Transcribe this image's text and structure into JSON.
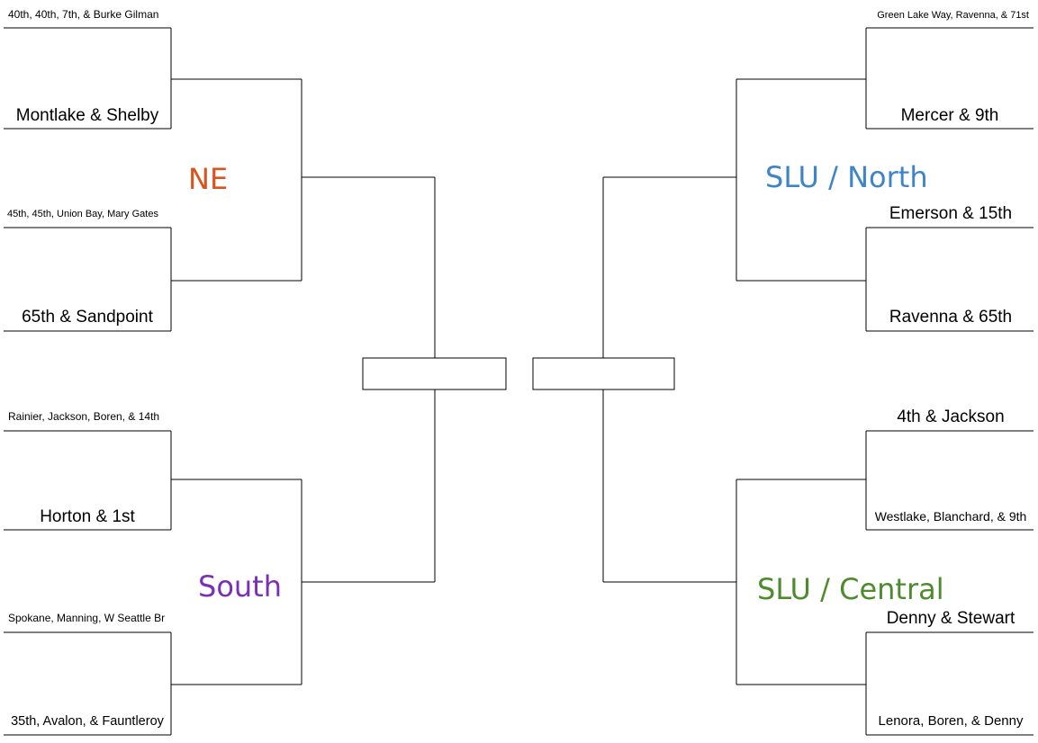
{
  "regions": {
    "ne": {
      "label": "NE",
      "color": "#d9541e"
    },
    "south": {
      "label": "South",
      "color": "#7b2fb5"
    },
    "slu_north": {
      "label": "SLU / North",
      "color": "#3d85c6"
    },
    "slu_central": {
      "label": "SLU / Central",
      "color": "#4e8b2e"
    }
  },
  "left": {
    "ne_game1": {
      "top": "40th, 40th, 7th, & Burke Gilman",
      "bottom": "Montlake & Shelby"
    },
    "ne_game2": {
      "top": "45th, 45th, Union Bay, Mary Gates",
      "bottom": "65th & Sandpoint"
    },
    "south_game1": {
      "top": "Rainier, Jackson, Boren, & 14th",
      "bottom": "Horton & 1st"
    },
    "south_game2": {
      "top": "Spokane, Manning, W Seattle Br",
      "bottom": "35th, Avalon, & Fauntleroy"
    }
  },
  "right": {
    "north_game1": {
      "top": "Green Lake Way, Ravenna, & 71st",
      "bottom": "Mercer & 9th"
    },
    "north_game2": {
      "top": "Emerson & 15th",
      "bottom": "Ravenna & 65th"
    },
    "central_game1": {
      "top": "4th & Jackson",
      "bottom": "Westlake, Blanchard, & 9th"
    },
    "central_game2": {
      "top": "Denny & Stewart",
      "bottom": "Lenora, Boren, & Denny"
    }
  }
}
